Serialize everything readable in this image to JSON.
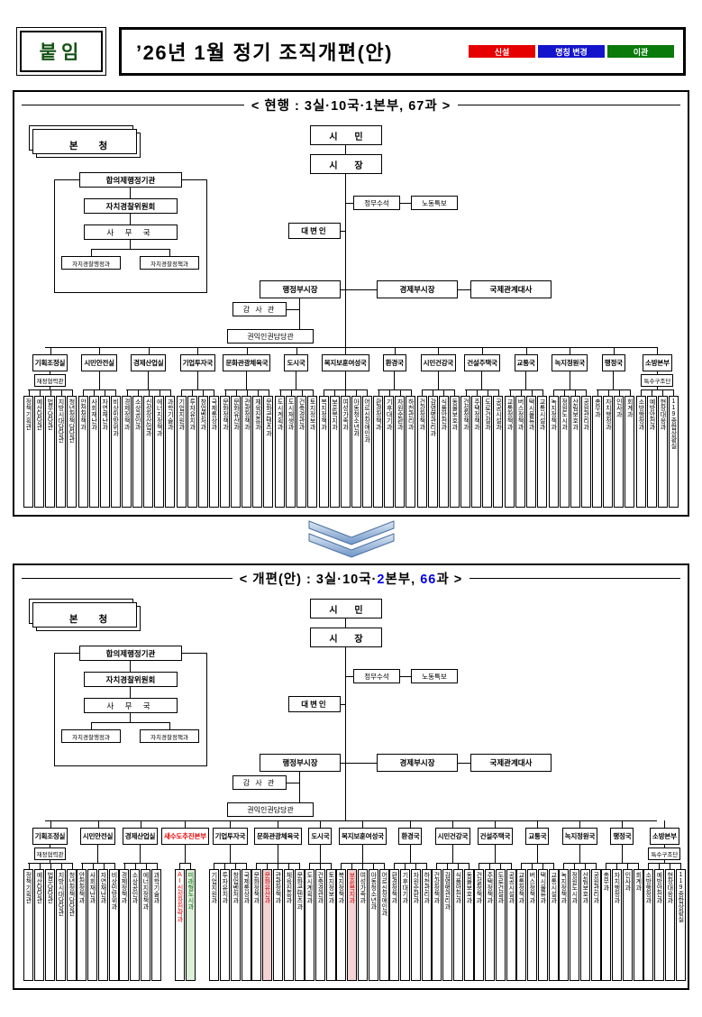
{
  "header": {
    "attachment": "붙임",
    "title": "’26년 1월 정기 조직개편(안)",
    "legend": [
      {
        "label": "신설",
        "color": "#e60000"
      },
      {
        "label": "명칭 변경",
        "color": "#1414cc"
      },
      {
        "label": "이관",
        "color": "#0a7a0a"
      }
    ]
  },
  "charts": [
    {
      "heading": [
        {
          "t": "< 현행 : 3실·10국·1본부, 67과 >",
          "c": "#000000"
        }
      ],
      "hq": "본  청",
      "citizen": "시 민",
      "mayor": "시 장",
      "aide1": "정무수석",
      "aide2": "노동특보",
      "spokesperson": "대변인",
      "council_title": "합의제행정기관",
      "police_committee": "자치경찰위원회",
      "secretariat": "사 무 국",
      "police_sub1": "자치경찰행정과",
      "police_sub2": "자치경찰정책과",
      "vice_admin": "행정부시장",
      "vice_econ": "경제부시장",
      "ambassador": "국제관계대사",
      "auditor": "감 사 관",
      "rights": "권익인권담당관",
      "departments": [
        {
          "name": "기획조정실",
          "side": "재정협력관",
          "divisions": [
            "정책기획관",
            "예산담당관",
            "법무담당관",
            "지방시대담당관",
            "청년정책담당관"
          ]
        },
        {
          "name": "시민안전실",
          "divisions": [
            "안전정책과",
            "사회재난과",
            "자연재난과",
            "비상민방위과"
          ]
        },
        {
          "name": "경제산업실",
          "divisions": [
            "경제정책과",
            "소상공인과",
            "신성장산업과",
            "에너지정책과",
            "과학기술과"
          ]
        },
        {
          "name": "기업투자국",
          "divisions": [
            "기업지원과",
            "투자유치과",
            "창업벤처과",
            "국제통상과"
          ]
        },
        {
          "name": "문화관광체육국",
          "divisions": [
            "문화정책과",
            "문화유산과",
            "관광정책과",
            "체육진흥과",
            "문화콘텐츠과"
          ]
        },
        {
          "name": "도시국",
          "divisions": [
            "도시계획과",
            "도시재생과",
            "건축경관과",
            "토지정보과"
          ]
        },
        {
          "name": "복지보훈여성국",
          "divisions": [
            "복지정책과",
            "보훈복지과",
            "여성가족과",
            "아동청소년과",
            "어르신장애인과"
          ]
        },
        {
          "name": "환경국",
          "divisions": [
            "환경정책과",
            "기후대기과",
            "자원순환과",
            "하천관리과"
          ]
        },
        {
          "name": "시민건강국",
          "divisions": [
            "건강정책과",
            "감염병관리과",
            "식품안전과",
            "동물보호과"
          ]
        },
        {
          "name": "건설주택국",
          "divisions": [
            "건설정책과",
            "주택정책과",
            "도로건설과",
            "공공시설과"
          ]
        },
        {
          "name": "교통국",
          "divisions": [
            "교통정책과",
            "버스정책과",
            "택시물류과",
            "교통시설과"
          ]
        },
        {
          "name": "녹지정원국",
          "divisions": [
            "녹지정책과",
            "정원도시과",
            "산림보호과",
            "공원관리과"
          ]
        },
        {
          "name": "행정국",
          "divisions": [
            "총무과",
            "자치행정과",
            "인사과",
            "회계과"
          ]
        },
        {
          "name": "소방본부",
          "side": "특수구조단",
          "divisions": [
            "소방행정과",
            "예방안전과",
            "현장대응과",
            "119종합상황실"
          ]
        }
      ]
    },
    {
      "heading": [
        {
          "t": "< 개편(안) : 3실·10국·",
          "c": "#000000"
        },
        {
          "t": "2",
          "c": "#0000ee"
        },
        {
          "t": "본부, ",
          "c": "#000000"
        },
        {
          "t": "66",
          "c": "#0000ee"
        },
        {
          "t": "과 >",
          "c": "#000000"
        }
      ],
      "hq": "본  청",
      "citizen": "시 민",
      "mayor": "시 장",
      "aide1": "정무수석",
      "aide2": "노동특보",
      "spokesperson": "대변인",
      "council_title": "합의제행정기관",
      "police_committee": "자치경찰위원회",
      "secretariat": "사 무 국",
      "police_sub1": "자치경찰행정과",
      "police_sub2": "자치경찰정책과",
      "vice_admin": "행정부시장",
      "vice_econ": "경제부시장",
      "ambassador": "국제관계대사",
      "auditor": "감 사 관",
      "rights": "권익인권담당관",
      "departments": [
        {
          "name": "기획조정실",
          "side": "재정협력관",
          "divisions": [
            "정책기획관",
            "예산담당관",
            "법무담당관",
            "지방시대담당관",
            "청년정책담당관"
          ]
        },
        {
          "name": "시민안전실",
          "divisions": [
            "안전정책과",
            "사회재난과",
            "자연재난과",
            "비상민방위과"
          ]
        },
        {
          "name": "경제산업실",
          "divisions": [
            "경제정책과",
            "소상공인과",
            "에너지정책과",
            "과학기술과"
          ]
        },
        {
          "name": "새수도추진본부",
          "color": "#e60000",
          "divisions": [
            {
              "n": "AI신성장전략과",
              "c": "#e60000"
            },
            {
              "n": "미래형도시과",
              "c": "#0a6b0a",
              "b": "#dcefd8"
            }
          ]
        },
        {
          "name": "기업투자국",
          "divisions": [
            "기업지원과",
            "투자유치과",
            "창업벤처과",
            "국제통상과"
          ]
        },
        {
          "name": "문화관광체육국",
          "divisions": [
            "문화정책과",
            {
              "n": "문화유산과",
              "c": "#cc0000",
              "b": "#f6d3d3"
            },
            "관광정책과",
            "체육진흥과",
            "문화콘텐츠과"
          ]
        },
        {
          "name": "도시국",
          "divisions": [
            "도시계획과",
            "건축경관과",
            "토지정보과"
          ]
        },
        {
          "name": "복지보훈여성국",
          "divisions": [
            "복지정책과",
            {
              "n": "보훈복지과",
              "c": "#cc0000",
              "b": "#f6d3d3"
            },
            "여성가족과",
            "아동청소년과",
            "어르신장애인과"
          ]
        },
        {
          "name": "환경국",
          "divisions": [
            "환경정책과",
            "기후대기과",
            "자원순환과",
            "하천관리과"
          ]
        },
        {
          "name": "시민건강국",
          "divisions": [
            "건강정책과",
            "감염병관리과",
            "식품안전과",
            "동물보호과"
          ]
        },
        {
          "name": "건설주택국",
          "divisions": [
            "건설정책과",
            "주택정책과",
            "도로건설과",
            "공공시설과"
          ]
        },
        {
          "name": "교통국",
          "divisions": [
            "교통정책과",
            "버스정책과",
            "택시물류과",
            "교통시설과"
          ]
        },
        {
          "name": "녹지정원국",
          "divisions": [
            "녹지정책과",
            "정원도시과",
            "산림보호과",
            "공원관리과"
          ]
        },
        {
          "name": "행정국",
          "divisions": [
            "총무과",
            "자치행정과",
            "인사과",
            "회계과"
          ]
        },
        {
          "name": "소방본부",
          "side": "특수구조단",
          "divisions": [
            "소방행정과",
            "예방안전과",
            "현장대응과",
            "119종합상황실"
          ]
        }
      ]
    }
  ]
}
